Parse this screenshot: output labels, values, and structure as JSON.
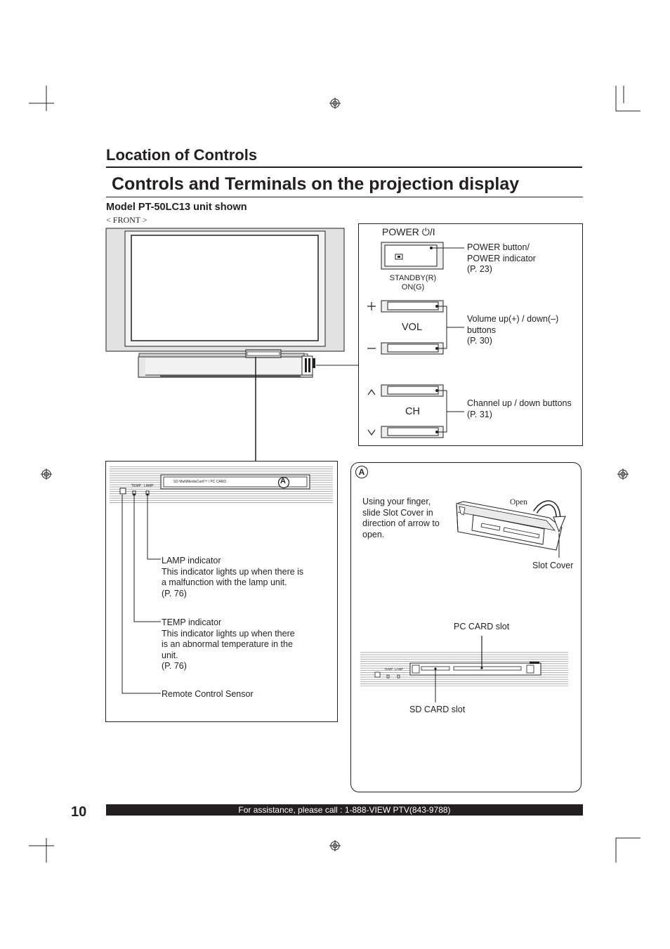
{
  "section_title": "Location of Controls",
  "page_heading": "Controls and Terminals on the projection display",
  "model_note": "Model PT-50LC13 unit shown",
  "front_label": "< FRONT >",
  "controls": {
    "power_label": "POWER",
    "standby_label_1": "STANDBY(R)",
    "standby_label_2": "ON(G)",
    "vol_label": "VOL",
    "ch_label": "CH",
    "power_desc": [
      "POWER button/",
      "POWER indicator",
      "(P. 23)"
    ],
    "vol_desc": [
      "Volume up(+) / down(–)",
      "buttons",
      "(P. 30)"
    ],
    "ch_desc": [
      "Channel up / down buttons",
      "(P. 31)"
    ]
  },
  "indicators": {
    "lamp_title": "LAMP indicator",
    "lamp_desc": [
      "This indicator lights up when there is",
      "a malfunction with the lamp unit.",
      "(P. 76)"
    ],
    "temp_title": "TEMP indicator",
    "temp_desc": [
      "This indicator lights up when there",
      "is an abnormal temperature in the",
      "unit.",
      "(P. 76)"
    ],
    "sensor_title": "Remote Control Sensor",
    "temp_tiny": "TEMP",
    "lamp_tiny": "LAMP",
    "card_tiny": "SD  MultiMediaCard™ / PC CARD",
    "marker": "A"
  },
  "slot_panel": {
    "marker": "A",
    "instructions": [
      "Using your finger,",
      "slide Slot Cover in",
      "direction of arrow to",
      "open."
    ],
    "open_label": "Open",
    "slot_cover_label": "Slot Cover",
    "pc_card_label": "PC CARD slot",
    "sd_card_label": "SD CARD slot",
    "temp_tiny": "TEMP",
    "lamp_tiny": "LAMP"
  },
  "footer": {
    "page_number": "10",
    "assistance": "For assistance, please call : 1-888-VIEW PTV(843-9788)"
  }
}
